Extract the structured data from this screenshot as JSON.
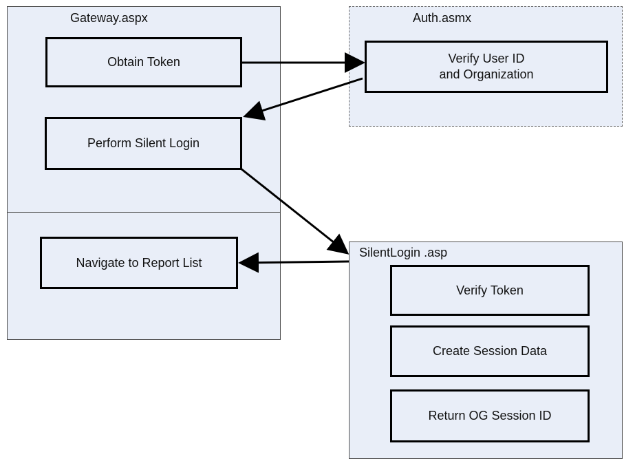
{
  "colors": {
    "container_fill": "#e9eef8",
    "step_fill": "#e9eef8",
    "border": "#4d4d4d",
    "arrow": "#000000"
  },
  "containers": {
    "gateway": {
      "label": "Gateway.aspx"
    },
    "auth": {
      "label": "Auth.asmx"
    },
    "silentlogin": {
      "label": "SilentLogin .asp"
    }
  },
  "steps": {
    "obtain_token": "Obtain Token",
    "verify_user": "Verify User ID\nand Organization",
    "perform_silent_login": "Perform Silent Login",
    "navigate_report_list": "Navigate to Report List",
    "verify_token": "Verify Token",
    "create_session_data": "Create Session Data",
    "return_session_id": "Return OG Session ID"
  },
  "flows": [
    {
      "from": "obtain_token",
      "to": "verify_user"
    },
    {
      "from": "verify_user",
      "to": "perform_silent_login"
    },
    {
      "from": "perform_silent_login",
      "to": "silentlogin"
    },
    {
      "from": "silentlogin",
      "to": "navigate_report_list"
    }
  ]
}
